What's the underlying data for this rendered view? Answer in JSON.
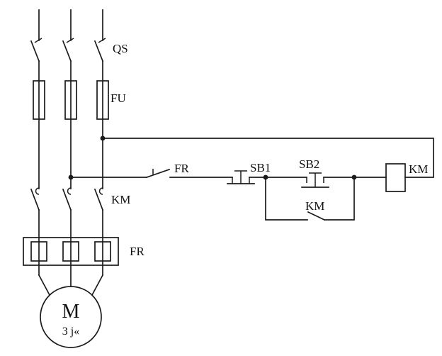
{
  "labels": {
    "qs": "QS",
    "fu": "FU",
    "km_main": "KM",
    "fr_overload": "FR",
    "fr_contact": "FR",
    "sb1": "SB1",
    "sb2": "SB2",
    "km_aux": "KM",
    "km_coil": "KM",
    "motor_letter": "M",
    "motor_phase": "3 j«"
  },
  "colors": {
    "line": "#1b1b1b",
    "background": "#ffffff",
    "text": "#111111"
  }
}
